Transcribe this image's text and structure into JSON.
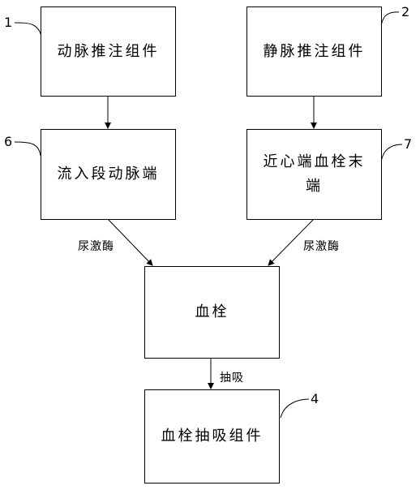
{
  "boxes": {
    "arterial_injection": "动脉推注组件",
    "venous_injection": "静脉推注组件",
    "inflow_arterial_end": "流入段动脉端",
    "proximal_thrombus_end": "近心端血栓末端",
    "thrombus": "血栓",
    "thrombus_aspiration": "血栓抽吸组件"
  },
  "edge_labels": {
    "urokinase_left": "尿激酶",
    "urokinase_right": "尿激酶",
    "aspiration": "抽吸"
  },
  "reference_numbers": {
    "arterial_injection": "1",
    "venous_injection": "2",
    "inflow_arterial_end": "6",
    "proximal_thrombus_end": "7",
    "thrombus_aspiration": "4"
  }
}
